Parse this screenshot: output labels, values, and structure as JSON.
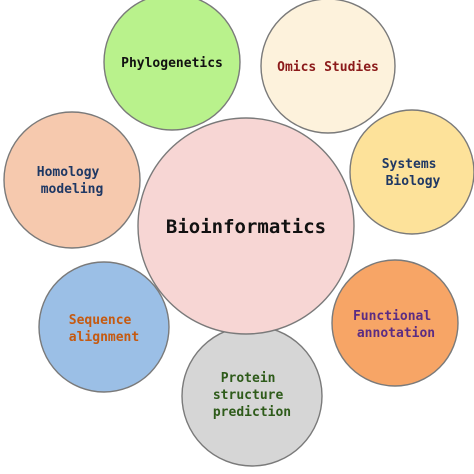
{
  "diagram": {
    "center": {
      "label": "Bioinformatics",
      "fill": "#f7d6d4"
    },
    "nodes": [
      {
        "id": "phylogenetics",
        "lines": [
          "Phylogenetics"
        ],
        "fill": "#b9f28c",
        "text_color": "#111111"
      },
      {
        "id": "omics-studies",
        "lines": [
          "Omics Studies"
        ],
        "fill": "#fdf2dc",
        "text_color": "#8b1a1a"
      },
      {
        "id": "homology-modeling",
        "lines": [
          "Homology",
          "modeling"
        ],
        "fill": "#f6c9ae",
        "text_color": "#1f3864"
      },
      {
        "id": "systems-biology",
        "lines": [
          "Systems",
          "Biology"
        ],
        "fill": "#fde29a",
        "text_color": "#1f3864"
      },
      {
        "id": "sequence-alignment",
        "lines": [
          "Sequence",
          "alignment"
        ],
        "fill": "#9bbfe6",
        "text_color": "#c55a11"
      },
      {
        "id": "functional-annotation",
        "lines": [
          "Functional",
          "annotation"
        ],
        "fill": "#f7a566",
        "text_color": "#5b2c83"
      },
      {
        "id": "protein-structure-prediction",
        "lines": [
          "Protein",
          "structure",
          "prediction"
        ],
        "fill": "#d6d6d6",
        "text_color": "#2e5b1a"
      }
    ]
  }
}
